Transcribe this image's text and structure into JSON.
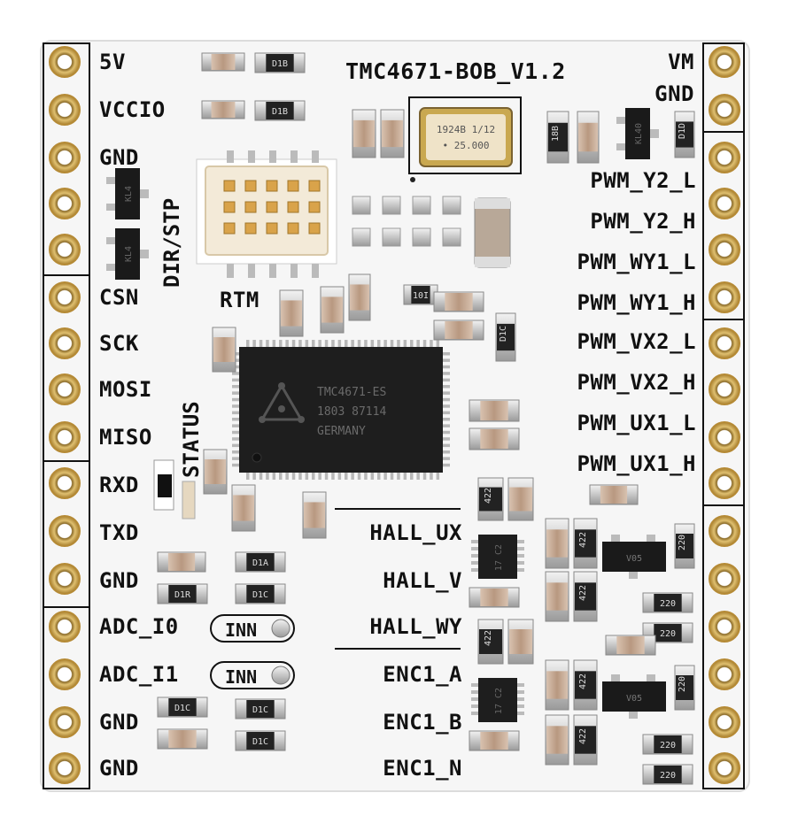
{
  "board": {
    "title": "TMC4671-BOB_V1.2",
    "rtm_label": "RTM",
    "status_label": "STATUS",
    "dirstp_label": "DIR/STP"
  },
  "left_pins": [
    "5V",
    "VCCIO",
    "GND",
    "",
    "",
    "CSN",
    "SCK",
    "MOSI",
    "MISO",
    "RXD",
    "TXD",
    "GND",
    "ADC_I0",
    "ADC_I1",
    "GND",
    "GND"
  ],
  "right_top": [
    "VM",
    "GND"
  ],
  "right_pwm": [
    "PWM_Y2_L",
    "PWM_Y2_H",
    "PWM_WY1_L",
    "PWM_WY1_H",
    "PWM_VX2_L",
    "PWM_VX2_H",
    "PWM_UX1_L",
    "PWM_UX1_H"
  ],
  "hall_enc": [
    "HALL_UX",
    "HALL_V",
    "HALL_WY",
    "ENC1_A",
    "ENC1_B",
    "ENC1_N"
  ],
  "inn_label": "INN",
  "main_chip": {
    "line1": "TMC4671-ES",
    "line2": "1803 87114",
    "line3": "GERMANY"
  },
  "crystal": {
    "line1": "1924B 1/12",
    "line2": "25.000"
  },
  "sot_marks": [
    "KL4",
    "KL4",
    "KL40",
    "V05",
    "V05"
  ],
  "sop_marks": [
    "17 C2",
    "17 C2"
  ],
  "resistor_marks": [
    "D1B",
    "D1B",
    "18B",
    "D1D",
    "10I",
    "D1C",
    "422",
    "422",
    "422",
    "422",
    "422",
    "422",
    "220",
    "220",
    "220",
    "220",
    "220",
    "220",
    "D1C",
    "D1R",
    "D1A",
    "D1C",
    "D1C"
  ],
  "colors": {
    "pcb": "#f4f4f4",
    "copper": "#c8a050",
    "chip": "#1e1e1e",
    "text": "#111111"
  }
}
